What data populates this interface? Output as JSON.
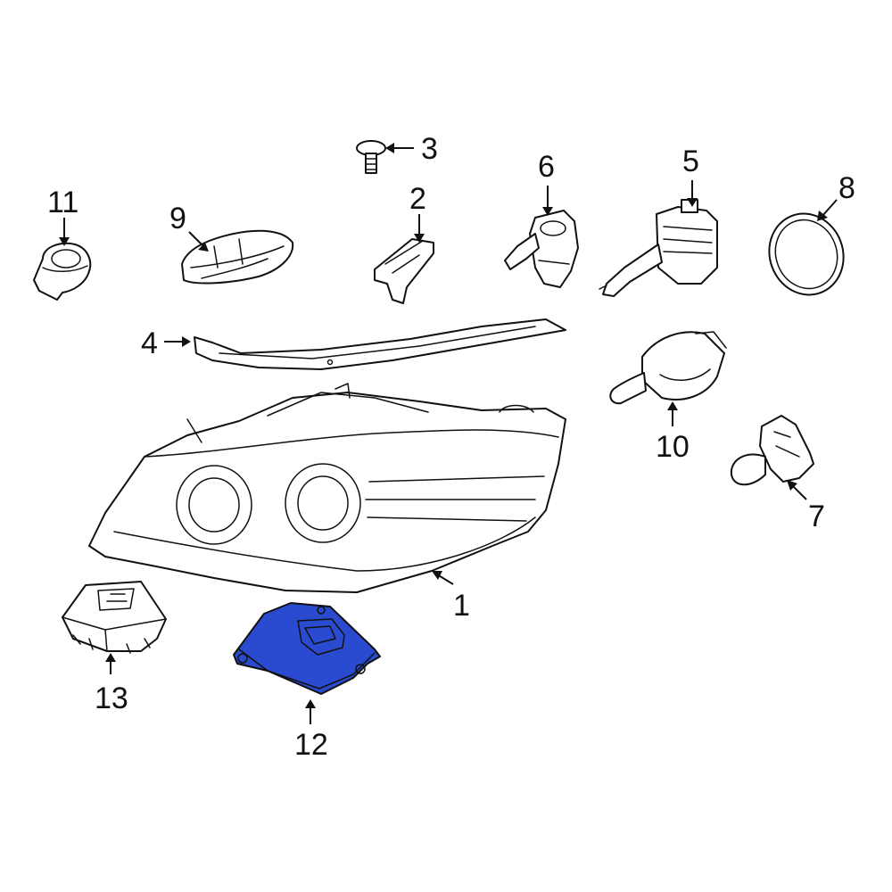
{
  "diagram": {
    "highlight_color": "#2a4bd0",
    "highlighted_part": "12",
    "callouts": [
      "1",
      "2",
      "3",
      "4",
      "5",
      "6",
      "7",
      "8",
      "9",
      "10",
      "11",
      "12",
      "13"
    ]
  }
}
